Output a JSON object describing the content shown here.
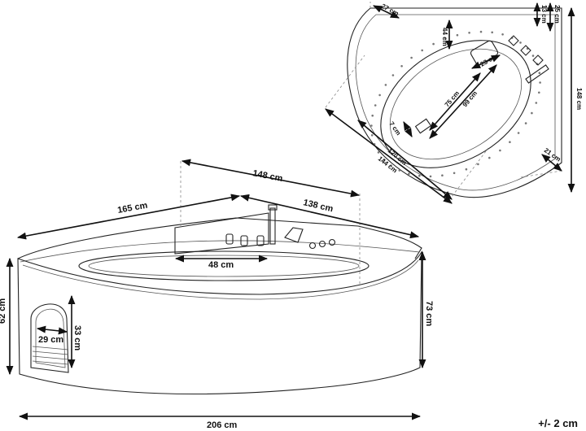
{
  "dimensions": {
    "top_view": {
      "d27": "27 cm",
      "d13": "13 cm",
      "d25": "25 cm",
      "d44": "44 cm",
      "d23": "23 cm",
      "d75": "75 cm",
      "d99": "99 cm",
      "d7": "7 cm",
      "d120": "120 cm",
      "d144": "144 cm",
      "d21": "21 cm",
      "d148": "148 cm"
    },
    "front_view": {
      "w148": "148 cm",
      "w165": "165 cm",
      "w138": "138 cm",
      "w48": "48 cm",
      "h62": "62 cm",
      "w29": "29 cm",
      "h33": "33 cm",
      "h73": "73 cm",
      "w206": "206 cm"
    }
  },
  "tolerance": "+/- 2 cm"
}
